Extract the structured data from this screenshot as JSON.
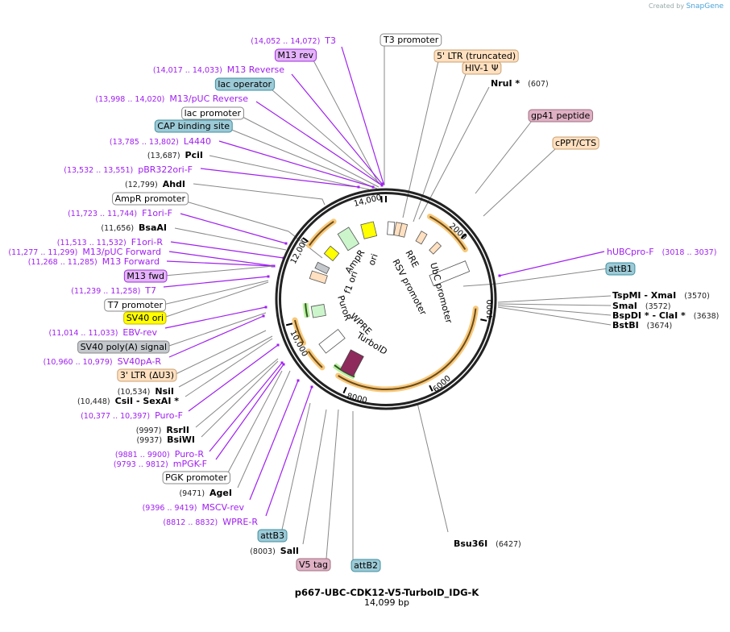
{
  "credit": {
    "prefix": "Created by",
    "brand": "SnapGene"
  },
  "plasmid": {
    "name": "p667-UBC-CDK12-V5-TurboID_IDG-K",
    "length": "14,099 bp"
  },
  "colors": {
    "primer": "#a020f0",
    "site": "#000000",
    "backbone": "#222222",
    "orange_arc": "#f7c87a",
    "green_arc": "#b8f0a0"
  },
  "ticks": [
    "14,000",
    "2000",
    "4000",
    "6000",
    "8000",
    "10,000",
    "12,000"
  ],
  "inner_labels": [
    "AmpR",
    "ori",
    "f1 ori",
    "RRE",
    "RSV promoter",
    "UbC promoter",
    "PuroR",
    "WPRE",
    "TurboID"
  ],
  "labels": [
    {
      "kind": "primer",
      "range": "(14,052 .. 14,072)",
      "name": "T3"
    },
    {
      "kind": "feature",
      "name": "M13 rev",
      "fill": "#e5b3fb",
      "stroke": "#9b30d9"
    },
    {
      "kind": "primer",
      "range": "(14,017 .. 14,033)",
      "name": "M13 Reverse"
    },
    {
      "kind": "feature",
      "name": "lac operator",
      "fill": "#9ccad6",
      "stroke": "#3e8fa0"
    },
    {
      "kind": "primer",
      "range": "(13,998 .. 14,020)",
      "name": "M13/pUC Reverse"
    },
    {
      "kind": "feature",
      "name": "lac promoter",
      "fill": "#ffffff",
      "stroke": "#888888"
    },
    {
      "kind": "feature",
      "name": "CAP binding site",
      "fill": "#9ccad6",
      "stroke": "#3e8fa0"
    },
    {
      "kind": "primer",
      "range": "(13,785 .. 13,802)",
      "name": "L4440"
    },
    {
      "kind": "site",
      "range": "(13,687)",
      "name": "PciI"
    },
    {
      "kind": "primer",
      "range": "(13,532 .. 13,551)",
      "name": "pBR322ori-F"
    },
    {
      "kind": "site",
      "range": "(12,799)",
      "name": "AhdI"
    },
    {
      "kind": "feature",
      "name": "AmpR promoter",
      "fill": "#ffffff",
      "stroke": "#888888"
    },
    {
      "kind": "primer",
      "range": "(11,723 .. 11,744)",
      "name": "F1ori-F"
    },
    {
      "kind": "site",
      "range": "(11,656)",
      "name": "BsaAI"
    },
    {
      "kind": "primer",
      "range": "(11,513 .. 11,532)",
      "name": "F1ori-R"
    },
    {
      "kind": "primer",
      "range": "(11,277 .. 11,299)",
      "name": "M13/pUC Forward"
    },
    {
      "kind": "primer",
      "range": "(11,268 .. 11,285)",
      "name": "M13 Forward"
    },
    {
      "kind": "feature",
      "name": "M13 fwd",
      "fill": "#e5b3fb",
      "stroke": "#9b30d9"
    },
    {
      "kind": "primer",
      "range": "(11,239 .. 11,258)",
      "name": "T7"
    },
    {
      "kind": "feature",
      "name": "T7 promoter",
      "fill": "#ffffff",
      "stroke": "#888888"
    },
    {
      "kind": "feature",
      "name": "SV40 ori",
      "fill": "#ffff00",
      "stroke": "#c8b400"
    },
    {
      "kind": "primer",
      "range": "(11,014 .. 11,033)",
      "name": "EBV-rev"
    },
    {
      "kind": "feature",
      "name": "SV40 poly(A) signal",
      "fill": "#c4c8cc",
      "stroke": "#888888"
    },
    {
      "kind": "primer",
      "range": "(10,960 .. 10,979)",
      "name": "SV40pA-R"
    },
    {
      "kind": "feature",
      "name": "3' LTR (ΔU3)",
      "fill": "#ffe0c0",
      "stroke": "#c8a070"
    },
    {
      "kind": "site",
      "range": "(10,534)",
      "name": "NsiI"
    },
    {
      "kind": "site",
      "range": "(10,448)",
      "name": "CsiI  - SexAI *"
    },
    {
      "kind": "primer",
      "range": "(10,377 .. 10,397)",
      "name": "Puro-F"
    },
    {
      "kind": "site",
      "range": "(9997)",
      "name": "RsrII"
    },
    {
      "kind": "site",
      "range": "(9937)",
      "name": "BsiWI"
    },
    {
      "kind": "primer",
      "range": "(9881 .. 9900)",
      "name": "Puro-R"
    },
    {
      "kind": "primer",
      "range": "(9793 .. 9812)",
      "name": "mPGK-F"
    },
    {
      "kind": "feature",
      "name": "PGK promoter",
      "fill": "#ffffff",
      "stroke": "#888888"
    },
    {
      "kind": "site",
      "range": "(9471)",
      "name": "AgeI"
    },
    {
      "kind": "primer",
      "range": "(9396 .. 9419)",
      "name": "MSCV-rev"
    },
    {
      "kind": "primer",
      "range": "(8812 .. 8832)",
      "name": "WPRE-R"
    },
    {
      "kind": "feature",
      "name": "attB3",
      "fill": "#9ccad6",
      "stroke": "#3e8fa0"
    },
    {
      "kind": "site",
      "range": "(8003)",
      "name": "SalI"
    },
    {
      "kind": "feature",
      "name": "V5 tag",
      "fill": "#dfb0c4",
      "stroke": "#a07080"
    },
    {
      "kind": "feature",
      "name": "attB2",
      "fill": "#9ccad6",
      "stroke": "#3e8fa0"
    },
    {
      "kind": "site",
      "range": "(6427)",
      "name": "Bsu36I"
    },
    {
      "kind": "feature",
      "name": "T3 promoter",
      "fill": "#ffffff",
      "stroke": "#888888"
    },
    {
      "kind": "feature",
      "name": "5' LTR (truncated)",
      "fill": "#ffe0c0",
      "stroke": "#c8a070"
    },
    {
      "kind": "feature",
      "name": "HIV-1 Ψ",
      "fill": "#ffe0c0",
      "stroke": "#c8a070"
    },
    {
      "kind": "site",
      "range": "(607)",
      "name": "NruI *"
    },
    {
      "kind": "feature",
      "name": "gp41 peptide",
      "fill": "#dfb0c4",
      "stroke": "#a07080"
    },
    {
      "kind": "feature",
      "name": "cPPT/CTS",
      "fill": "#ffe0c0",
      "stroke": "#c8a070"
    },
    {
      "kind": "primer",
      "range": "(3018 .. 3037)",
      "name": "hUBCpro-F"
    },
    {
      "kind": "feature",
      "name": "attB1",
      "fill": "#9ccad6",
      "stroke": "#3e8fa0"
    },
    {
      "kind": "site",
      "range": "(3570)",
      "name": "TspMI  - XmaI"
    },
    {
      "kind": "site",
      "range": "(3572)",
      "name": "SmaI"
    },
    {
      "kind": "site",
      "range": "(3638)",
      "name": "BspDI *  - ClaI *"
    },
    {
      "kind": "site",
      "range": "(3674)",
      "name": "BstBI"
    }
  ]
}
